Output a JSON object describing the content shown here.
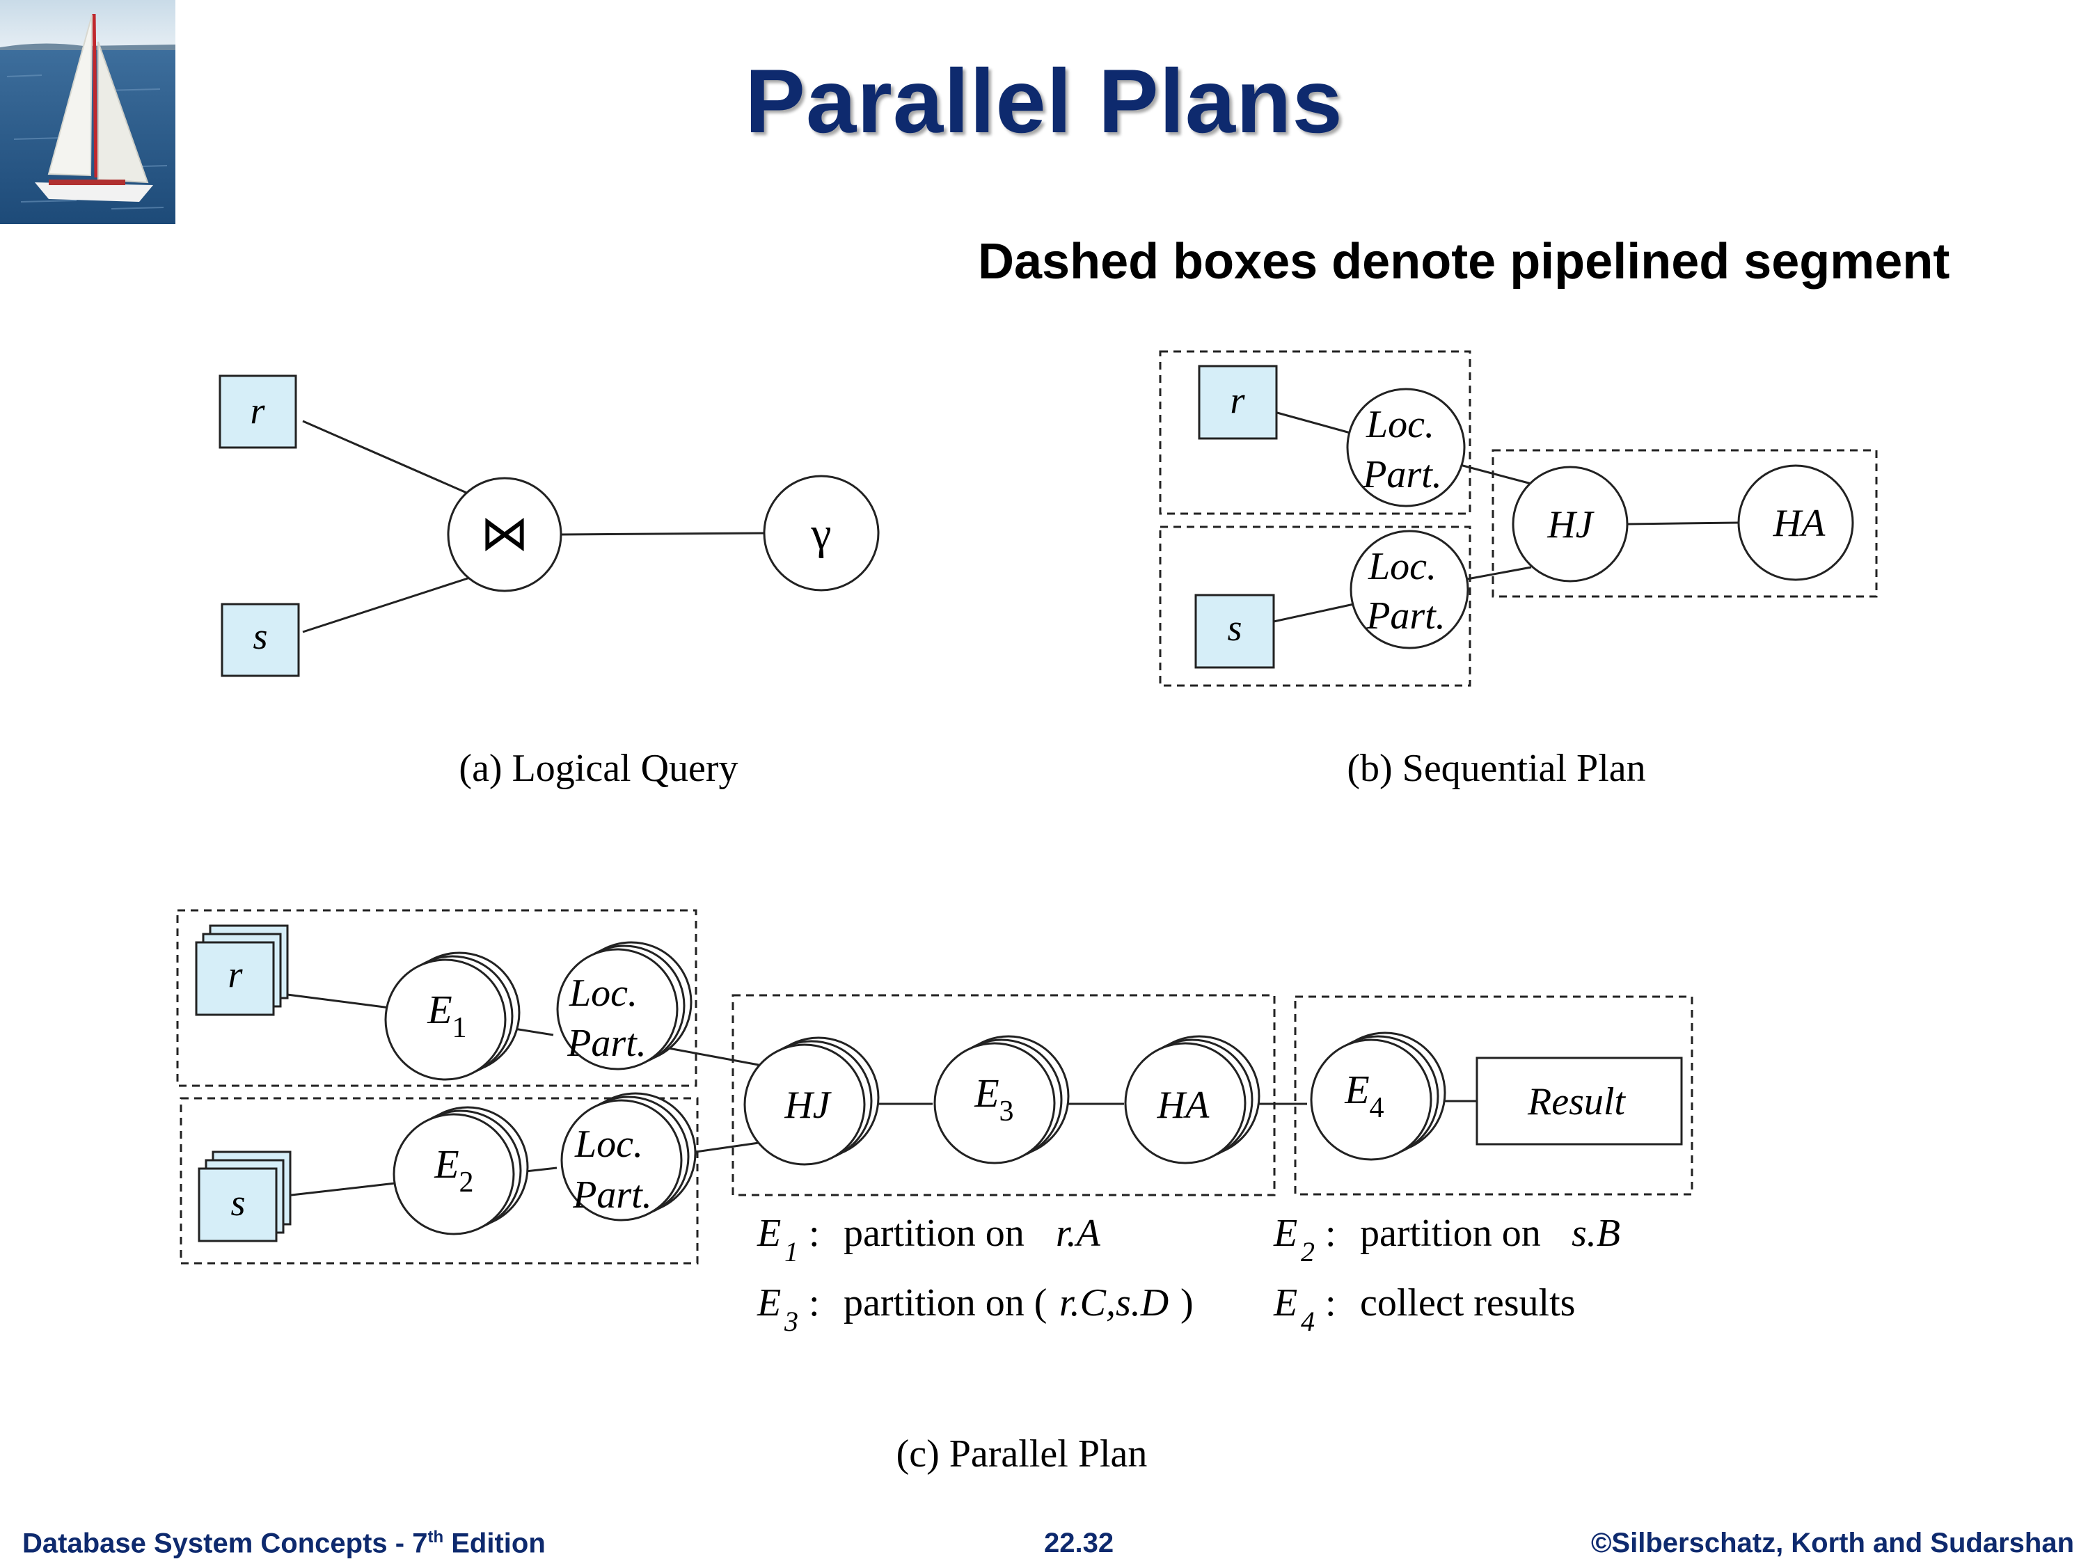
{
  "slide": {
    "title": "Parallel Plans",
    "subtitle": "Dashed boxes denote pipelined segment"
  },
  "diagram_a": {
    "caption": "(a) Logical Query",
    "relation_r": "r",
    "relation_s": "s",
    "join_symbol": "⋈",
    "aggregate_symbol": "γ"
  },
  "diagram_b": {
    "caption": "(b) Sequential Plan",
    "relation_r": "r",
    "relation_s": "s",
    "locpart_line1": "Loc.",
    "locpart_line2": "Part.",
    "hash_join": "HJ",
    "hash_agg": "HA"
  },
  "diagram_c": {
    "caption": "(c) Parallel Plan",
    "relation_r": "r",
    "relation_s": "s",
    "e1": "E",
    "e1_sub": "1",
    "e2": "E",
    "e2_sub": "2",
    "e3": "E",
    "e3_sub": "3",
    "e4": "E",
    "e4_sub": "4",
    "locpart_line1": "Loc.",
    "locpart_line2": "Part.",
    "hash_join": "HJ",
    "hash_agg": "HA",
    "result": "Result",
    "legend": {
      "e1_label": "E",
      "e1_sub": "1",
      "e1_text": "partition on ",
      "e1_attr": "r.A",
      "e2_label": "E",
      "e2_sub": "2",
      "e2_text": "partition on ",
      "e2_attr": "s.B",
      "e3_label": "E",
      "e3_sub": "3",
      "e3_text": "partition on (",
      "e3_attr": "r.C,s.D",
      "e3_close": ")",
      "e4_label": "E",
      "e4_sub": "4",
      "e4_text": "collect results",
      "colon": ":"
    }
  },
  "footer": {
    "left": "Database System Concepts - 7",
    "left_sup": "th",
    "left_end": " Edition",
    "center": "22.32",
    "right": "©Silberschatz, Korth and Sudarshan"
  },
  "colors": {
    "title": "#0e2a6e",
    "relation_fill": "#d6eef8",
    "footer": "#0e2a6e"
  }
}
